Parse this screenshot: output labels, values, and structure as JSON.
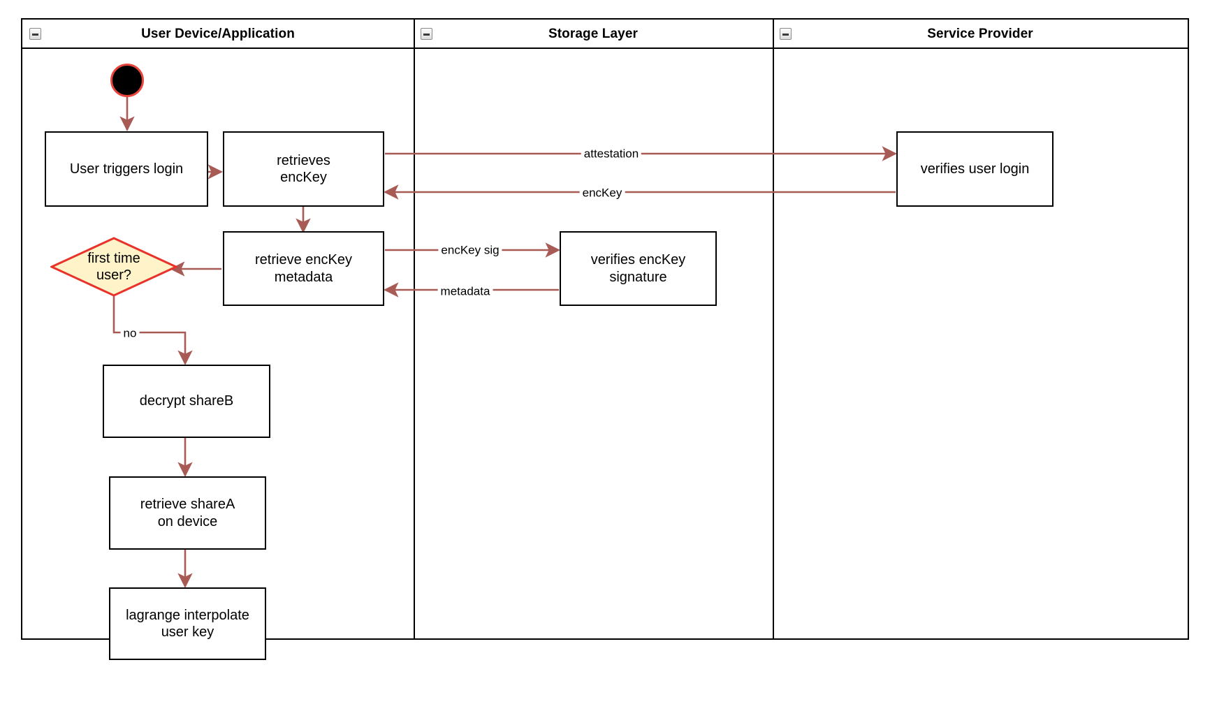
{
  "diagram": {
    "type": "uml-swimlane-activity-diagram",
    "colors": {
      "edge": "#a85a55",
      "node_border": "#000000",
      "node_fill": "#ffffff",
      "decision_fill": "#fff4c9",
      "decision_border": "#e8322a",
      "start_fill": "#000000",
      "start_border": "#e8453c",
      "lane_border": "#000000",
      "text": "#000000"
    },
    "lanes": [
      {
        "id": "lane-user-device",
        "title": "User Device/Application",
        "collapse_icon": "collapse-minus-icon"
      },
      {
        "id": "lane-storage",
        "title": "Storage Layer",
        "collapse_icon": "collapse-minus-icon"
      },
      {
        "id": "lane-service-provider",
        "title": "Service Provider",
        "collapse_icon": "collapse-minus-icon"
      }
    ],
    "nodes": [
      {
        "id": "start",
        "shape": "initial-node",
        "label": "",
        "lane": "lane-user-device"
      },
      {
        "id": "user-triggers-login",
        "shape": "activity",
        "label": "User triggers login",
        "lane": "lane-user-device"
      },
      {
        "id": "retrieves-enckey",
        "shape": "activity",
        "label": "retrieves\nencKey",
        "lane": "lane-user-device"
      },
      {
        "id": "retrieve-enckey-metadata",
        "shape": "activity",
        "label": "retrieve encKey\nmetadata",
        "lane": "lane-user-device"
      },
      {
        "id": "first-time-user",
        "shape": "decision",
        "label": "first time\nuser?",
        "lane": "lane-user-device"
      },
      {
        "id": "decrypt-shareb",
        "shape": "activity",
        "label": "decrypt shareB",
        "lane": "lane-user-device"
      },
      {
        "id": "retrieve-sharea-on-device",
        "shape": "activity",
        "label": "retrieve shareA\non device",
        "lane": "lane-user-device"
      },
      {
        "id": "lagrange-interpolate-user-key",
        "shape": "activity",
        "label": "lagrange interpolate\nuser key",
        "lane": "lane-user-device"
      },
      {
        "id": "verifies-enckey-signature",
        "shape": "activity",
        "label": "verifies encKey\nsignature",
        "lane": "lane-storage"
      },
      {
        "id": "verifies-user-login",
        "shape": "activity",
        "label": "verifies user login",
        "lane": "lane-service-provider"
      }
    ],
    "edges": [
      {
        "id": "edge-start-to-login",
        "from": "start",
        "to": "user-triggers-login",
        "label": ""
      },
      {
        "id": "edge-login-to-retrieves",
        "from": "user-triggers-login",
        "to": "retrieves-enckey",
        "label": ""
      },
      {
        "id": "edge-attestation",
        "from": "retrieves-enckey",
        "to": "verifies-user-login",
        "label": "attestation"
      },
      {
        "id": "edge-enckey",
        "from": "verifies-user-login",
        "to": "retrieves-enckey",
        "label": "encKey"
      },
      {
        "id": "edge-retrieves-to-metadata",
        "from": "retrieves-enckey",
        "to": "retrieve-enckey-metadata",
        "label": ""
      },
      {
        "id": "edge-enckey-sig",
        "from": "retrieve-enckey-metadata",
        "to": "verifies-enckey-signature",
        "label": "encKey sig"
      },
      {
        "id": "edge-metadata",
        "from": "verifies-enckey-signature",
        "to": "retrieve-enckey-metadata",
        "label": "metadata"
      },
      {
        "id": "edge-metadata-to-decision",
        "from": "retrieve-enckey-metadata",
        "to": "first-time-user",
        "label": ""
      },
      {
        "id": "edge-decision-no",
        "from": "first-time-user",
        "to": "decrypt-shareb",
        "label": "no"
      },
      {
        "id": "edge-decrypt-to-sharea",
        "from": "decrypt-shareb",
        "to": "retrieve-sharea-on-device",
        "label": ""
      },
      {
        "id": "edge-sharea-to-lagrange",
        "from": "retrieve-sharea-on-device",
        "to": "lagrange-interpolate-user-key",
        "label": ""
      }
    ]
  }
}
